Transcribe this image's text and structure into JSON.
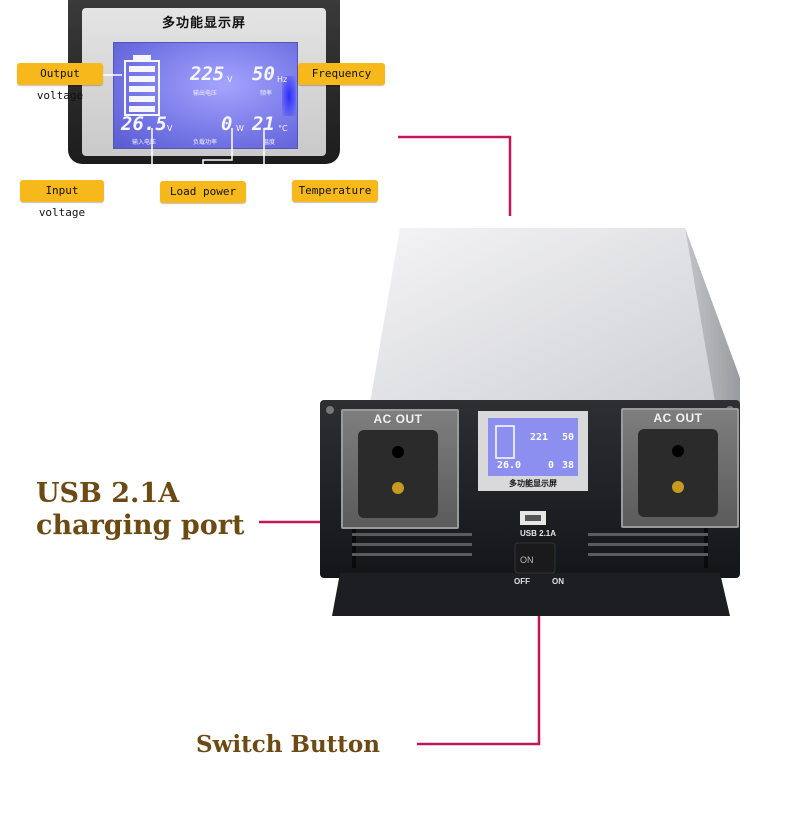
{
  "display_panel": {
    "title": "多功能显示屏",
    "output_voltage": {
      "value": "225",
      "unit": "V",
      "caption": "输出电压"
    },
    "frequency": {
      "value": "50",
      "unit": "Hz",
      "caption": "频率"
    },
    "input_voltage": {
      "value": "26.5",
      "unit": "V",
      "caption": "输入电压"
    },
    "load_power": {
      "value": "0",
      "unit": "W",
      "caption": "负载功率"
    },
    "temperature": {
      "value": "21",
      "unit": "°C",
      "caption": "温度"
    }
  },
  "callouts": {
    "output_voltage": "Output voltage",
    "frequency": "Frequency",
    "input_voltage": "Input voltage",
    "load_power": "Load power",
    "temperature": "Temperature"
  },
  "device": {
    "outlet_left": "AC OUT",
    "outlet_right": "AC OUT",
    "display_title": "多功能显示屏",
    "display_row1_left": "221",
    "display_row1_right": "50",
    "display_row2_left": "26.0",
    "display_row2_mid": "0",
    "display_row2_right": "38",
    "usb_label": "USB 2.1A",
    "switch_on_mark": "ON",
    "switch_off_label": "OFF",
    "switch_on_label": "ON"
  },
  "labels": {
    "usb_line1": "USB 2.1A",
    "usb_line2": "charging port",
    "switch": "Switch Button"
  },
  "colors": {
    "callout_fill": "#f7b81c",
    "leader_line": "#c2185b",
    "label_text": "#6b4a13",
    "lcd_blue": "#7a7be8"
  }
}
